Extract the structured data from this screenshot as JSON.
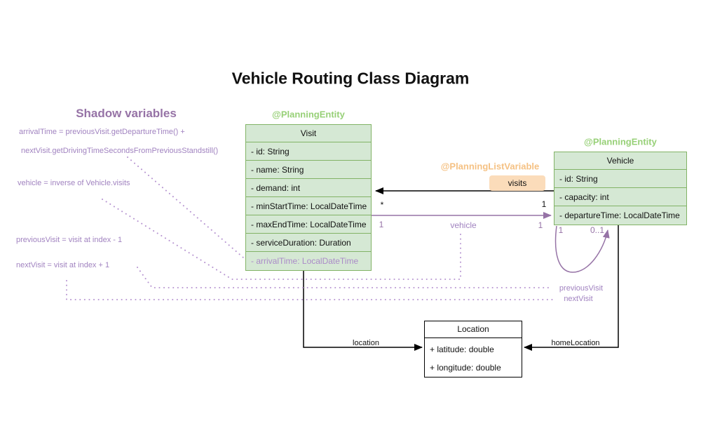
{
  "title": "Vehicle Routing Class Diagram",
  "shadow_panel": {
    "heading": "Shadow variables",
    "arrival_formula_line1": "arrivalTime = previousVisit.getDepartureTime() +",
    "arrival_formula_line2": "nextVisit.getDrivingTimeSecondsFromPreviousStandstill()",
    "vehicle_formula": "vehicle = inverse of Vehicle.visits",
    "previous_visit_formula": "previousVisit = visit at index - 1",
    "next_visit_formula": "nextVisit = visit at index + 1"
  },
  "stereotypes": {
    "visit_entity": "@PlanningEntity",
    "vehicle_entity": "@PlanningEntity",
    "planning_list_variable": "@PlanningListVariable"
  },
  "classes": {
    "visit": {
      "name": "Visit",
      "attributes": [
        "- id: String",
        "- name: String",
        "- demand: int",
        "- minStartTime: LocalDateTime",
        "- maxEndTime: LocalDateTime",
        "- serviceDuration: Duration",
        "- arrivalTime: LocalDateTime"
      ]
    },
    "vehicle": {
      "name": "Vehicle",
      "attributes": [
        "- id: String",
        "- capacity: int",
        "- departureTime: LocalDateTime"
      ]
    },
    "location": {
      "name": "Location",
      "attributes": [
        "+ latitude: double",
        "+ longitude: double"
      ]
    }
  },
  "relations": {
    "visits": {
      "label": "visits",
      "mult_near_visit": "*",
      "mult_near_vehicle": "1"
    },
    "vehicle": {
      "label": "vehicle",
      "mult_near_visit": "1",
      "mult_near_vehicle": "1"
    },
    "vehicle_self_loop": {
      "mult_left": "1",
      "mult_right": "0..1"
    },
    "previous_visit": {
      "label": "previousVisit"
    },
    "next_visit": {
      "label": "nextVisit"
    },
    "location": {
      "label": "location"
    },
    "home_location": {
      "label": "homeLocation"
    }
  },
  "colors": {
    "entity_fill": "#d5e8d4",
    "entity_stroke": "#82b366",
    "stereotype_green": "#97d077",
    "stereotype_orange": "#f5c183",
    "chip_fill": "#fbdcba",
    "purple_solid": "#9673a6",
    "purple_light": "#a183c0",
    "purple_dots": "#b795d1",
    "black": "#000000"
  }
}
